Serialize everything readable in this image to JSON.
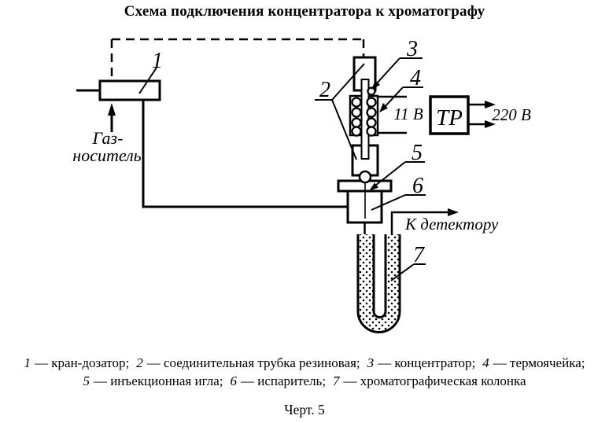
{
  "title": "Схема подключения концентратора к хроматографу",
  "diagram": {
    "labels": {
      "n1": "1",
      "n2": "2",
      "n3": "3",
      "n4": "4",
      "n5": "5",
      "n6": "6",
      "n7": "7",
      "gas_line1": "Газ-",
      "gas_line2": "носитель",
      "voltage_cell": "11 В",
      "transformer": "ТР",
      "voltage_mains": "220 В",
      "to_detector": "К детектору"
    },
    "colors": {
      "line": "#000000",
      "background": "#ffffff"
    }
  },
  "legend": {
    "items": [
      {
        "num": "1",
        "label": "— кран-дозатор;"
      },
      {
        "num": "2",
        "label": "— соединительная трубка резиновая;"
      },
      {
        "num": "3",
        "label": "— концентратор;"
      },
      {
        "num": "4",
        "label": "— термоячейка;"
      },
      {
        "num": "5",
        "label": "— инъекционная игла;"
      },
      {
        "num": "6",
        "label": "— испаритель;"
      },
      {
        "num": "7",
        "label": "— хроматографическая колонка"
      }
    ]
  },
  "figure_caption": "Черт. 5"
}
